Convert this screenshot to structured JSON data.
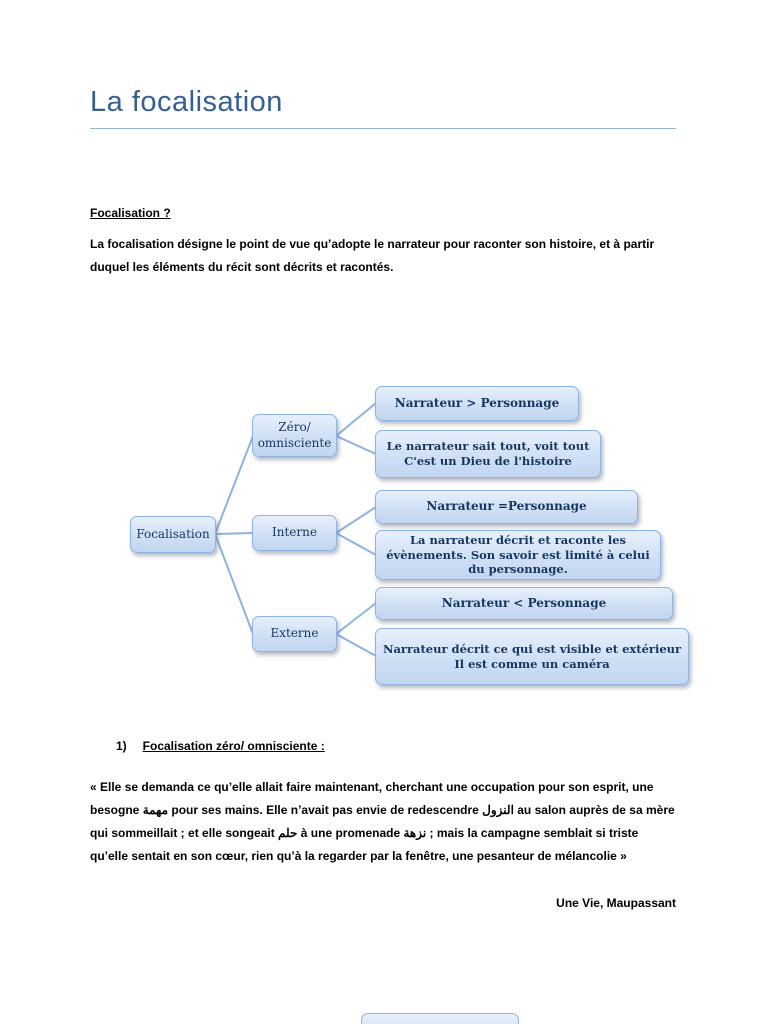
{
  "document": {
    "title": "La focalisation",
    "intro_heading": "Focalisation ?",
    "intro_text": "La focalisation désigne le point de vue qu’adopte le narrateur pour raconter son histoire, et à partir duquel les éléments du récit sont décrits et racontés."
  },
  "diagram": {
    "root": "Focalisation",
    "branches": [
      {
        "label": "Zéro/ omnisciente",
        "box1": "Narrateur > Personnage",
        "box2_lines": [
          "Le narrateur sait tout, voit tout",
          "C'est un Dieu de l'histoire"
        ]
      },
      {
        "label": "Interne",
        "box1": "Narrateur =Personnage",
        "box2_lines": [
          "La narrateur décrit et raconte les évènements. Son savoir est limité à celui du personnage."
        ]
      },
      {
        "label": "Externe",
        "box1": "Narrateur < Personnage",
        "box2_lines": [
          "Narrateur décrit ce qui est visible et extérieur",
          "Il est comme un caméra"
        ]
      }
    ]
  },
  "section1": {
    "number": "1)",
    "title": "Focalisation zéro/ omnisciente :",
    "quote": "« Elle se demanda ce qu’elle allait faire maintenant, cherchant une occupation pour son esprit, une besogne مهمة pour ses mains. Elle n’avait pas envie de redescendre النزول  au salon auprès de sa mère qui sommeillait ; et elle songeait حلم à une promenade نزهة  ; mais la campagne semblait si triste qu’elle sentait en son cœur, rien qu’à la regarder par la fenêtre, une pesanteur de mélancolie »",
    "attribution": "Une Vie, Maupassant"
  }
}
